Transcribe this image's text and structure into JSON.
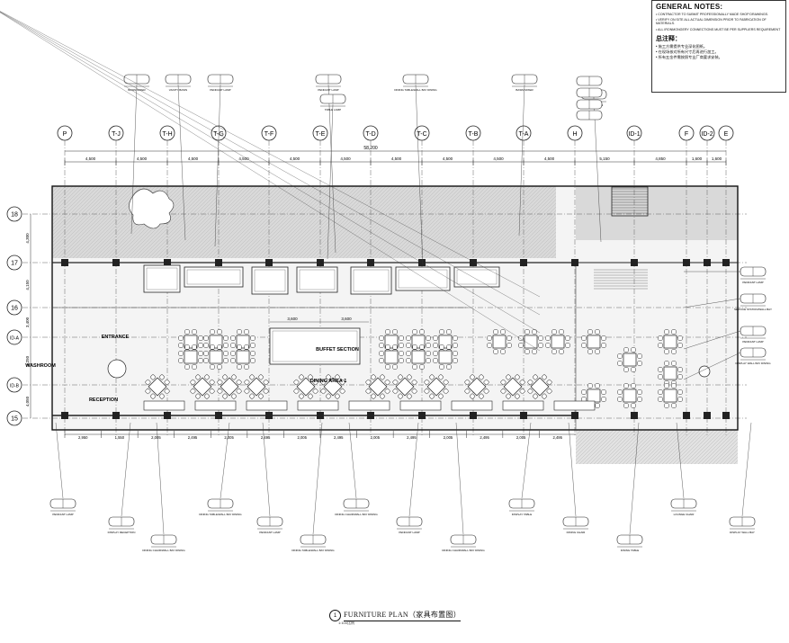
{
  "drawing": {
    "title": "FURNITURE PLAN（家具布置图）",
    "title_number": "1",
    "scale_note": "1:100比例",
    "overall_dimension": "58,200",
    "grid_columns": [
      "P",
      "T-J",
      "T-H",
      "T-G",
      "T-F",
      "T-E",
      "T-D",
      "T-C",
      "T-B",
      "T-A",
      "H",
      "ID-1",
      "F",
      "ID-2",
      "E"
    ],
    "grid_rows": [
      "18",
      "17",
      "16",
      "ID-A",
      "ID-B",
      "15"
    ],
    "top_dimensions": [
      "4,500",
      "4,500",
      "4,500",
      "4,500",
      "4,500",
      "4,500",
      "4,500",
      "4,500",
      "4,500",
      "4,500",
      "5,150",
      "4,850",
      "1,600",
      "1,600"
    ],
    "bottom_dimensions": [
      "2,950",
      "1,550",
      "2,005",
      "2,495",
      "2,005",
      "2,495",
      "2,005",
      "2,495",
      "2,005",
      "2,495",
      "2,005",
      "2,495",
      "2,005",
      "2,495"
    ],
    "left_dimensions": [
      "4,300",
      "4,150",
      "3,400",
      "2,250",
      "4,050",
      "3,750"
    ],
    "room_labels": [
      "ENTRANCE",
      "DINING AREA 1",
      "BUFFET SECTION",
      "RECEPTION",
      "WASHROOM"
    ],
    "center_dims": [
      "3,600",
      "3,600"
    ],
    "top_callouts": [
      "BASIN MIXER",
      "VANITY BASIN",
      "PENDANT LAMP",
      "PENDANT LAMP",
      "TABLE LAMP",
      "DINING TABLE/WALL BAY DINING",
      "BASIN MIXER",
      "VANITY BASIN"
    ],
    "bottom_callouts": [
      "PENDANT LAMP",
      "DISPLAY RECEPTION",
      "DINING CHAIR/WALL BAY DINING",
      "DINING TABLE/WALL BAY DINING",
      "PENDANT LAMP",
      "DINING TABLE/WALL BAY DINING",
      "DINING CHAIR/WALL BAY DINING",
      "PENDANT LAMP",
      "DINING CHAIR/WALL BAY DINING",
      "DISPLAY TABLE",
      "DINING CHAIR",
      "DINING TABLE",
      "LOUNGE CHAIR",
      "DISPLAY WALL BAY"
    ],
    "right_callouts": [
      "PENDANT LAMP",
      "SERVICE STATION/WALL BAY",
      "PENDANT LAMP",
      "DISPLAY WALL BAY DINING"
    ]
  },
  "notes": {
    "heading": "GENERAL NOTES:",
    "items": [
      "• CONTRACTOR TO SUBMIT PROFESSIONALLY MADE SHOP DRAWINGS.",
      "• VERIFY ON SITE ALL ACTUAL DIMENSION PRIOR TO FABRICATION OF MATERIALS.",
      "• ALL IRONMONGERY CONNECTIONS MUST BE PER SUPPLIERS REQUIREMENT"
    ],
    "cn_heading": "总注释：",
    "cn_items": [
      "• 施工方需提供专业深化图纸。",
      "• 在现场核对所有尺寸后再进行加工。",
      "• 所有五金件需按照专业厂商要求安装。"
    ]
  }
}
